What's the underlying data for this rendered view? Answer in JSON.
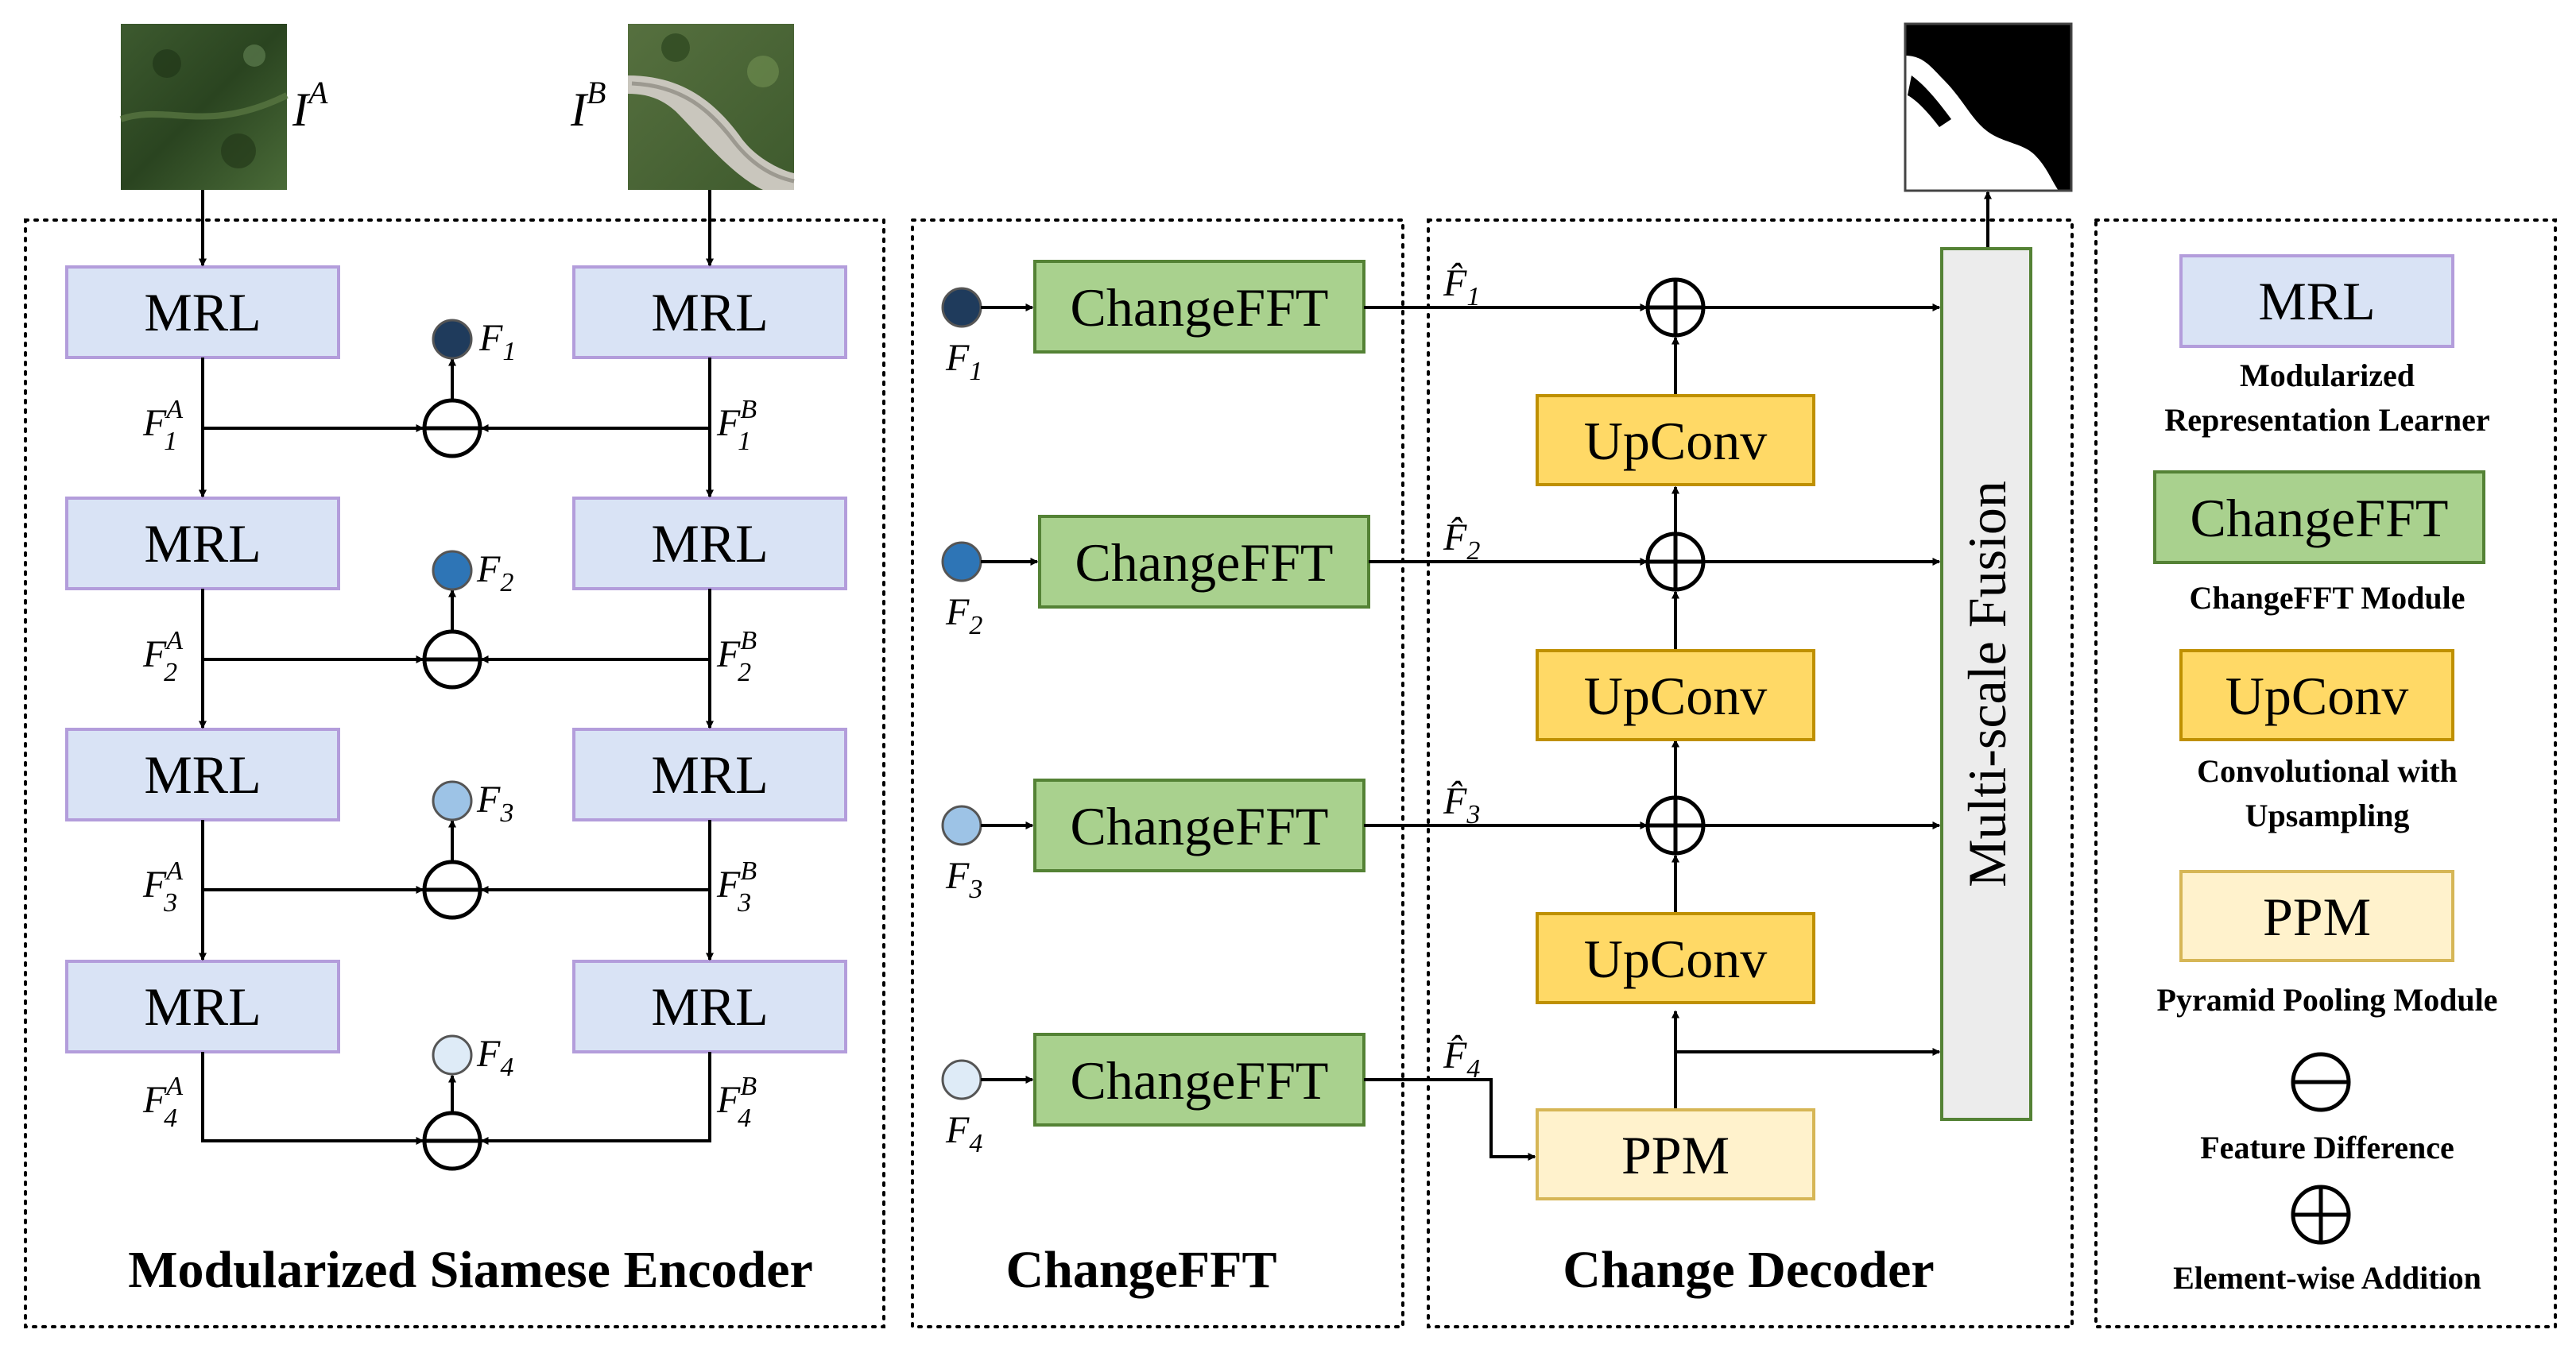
{
  "colors": {
    "mrl_fill": "#d9e3f5",
    "mrl_stroke": "#b39ddb",
    "fft_fill": "#a9d18e",
    "fft_stroke": "#548235",
    "upconv_fill": "#ffd966",
    "upconv_stroke": "#bf9000",
    "ppm_fill": "#fff2cc",
    "ppm_stroke": "#d6b656",
    "fusion_fill": "#ececec",
    "fusion_stroke": "#548235",
    "f1": "#1f3b5c",
    "f2": "#2e75b6",
    "f3": "#9dc3e6",
    "f4": "#deebf7"
  },
  "inputs": {
    "a_base": "I",
    "a_sup": "A",
    "b_base": "I",
    "b_sup": "B"
  },
  "encoder": {
    "title": "Modularized Siamese Encoder",
    "block_label": "MRL",
    "feat_base": "F",
    "branch_a": "A",
    "branch_b": "B",
    "levels": [
      "1",
      "2",
      "3",
      "4"
    ]
  },
  "changefft": {
    "title": "ChangeFFT",
    "block_label": "ChangeFFT"
  },
  "decoder": {
    "title": "Change Decoder",
    "upconv_label": "UpConv",
    "ppm_label": "PPM",
    "fusion_label": "Multi-scale Fusion",
    "hat_base": "F̂"
  },
  "legend": {
    "mrl_label": "MRL",
    "mrl_caption_1": "Modularized",
    "mrl_caption_2": "Representation Learner",
    "fft_label": "ChangeFFT",
    "fft_caption": "ChangeFFT Module",
    "upconv_label": "UpConv",
    "upconv_caption_1": "Convolutional with",
    "upconv_caption_2": "Upsampling",
    "ppm_label": "PPM",
    "ppm_caption": "Pyramid Pooling Module",
    "diff_caption": "Feature Difference",
    "add_caption": "Element-wise Addition"
  }
}
